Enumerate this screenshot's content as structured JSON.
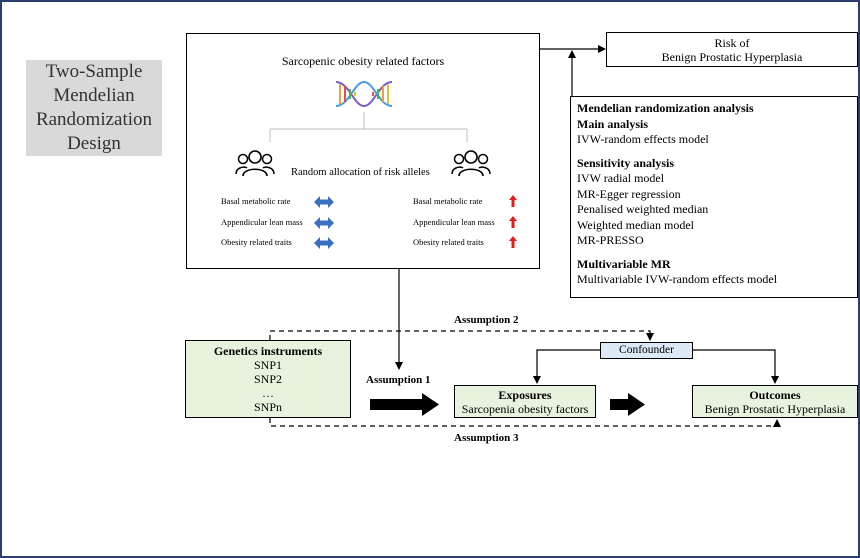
{
  "title": {
    "lines": [
      "Two-Sample",
      "Mendelian",
      "Randomization",
      "Design"
    ]
  },
  "factors_box": {
    "title": "Sarcopenic obesity related factors",
    "allocation": "Random allocation of risk alleles",
    "left_traits": [
      "Basal metabolic rate",
      "Appendicular lean mass",
      "Obesity related traits"
    ],
    "right_traits": [
      "Basal metabolic rate",
      "Appendicular lean mass",
      "Obesity related traits"
    ]
  },
  "risk_box": {
    "line1": "Risk of",
    "line2": "Benign Prostatic Hyperplasia"
  },
  "mr_box": {
    "heading": "Mendelian randomization analysis",
    "main_heading": "Main analysis",
    "main_items": [
      "IVW-random effects model"
    ],
    "sensitivity_heading": "Sensitivity analysis",
    "sensitivity_items": [
      "IVW radial model",
      "MR-Egger regression",
      "Penalised weighted median",
      "Weighted median model",
      "MR-PRESSO"
    ],
    "multivariable_heading": "Multivariable MR",
    "multivariable_items": [
      "Multivariable IVW-random effects model"
    ]
  },
  "genetics": {
    "heading": "Genetics instruments",
    "items": [
      "SNP1",
      "SNP2",
      "…",
      "SNPn"
    ]
  },
  "exposures": {
    "heading": "Exposures",
    "subtitle": "Sarcopenia obesity factors"
  },
  "outcomes": {
    "heading": "Outcomes",
    "subtitle": "Benign Prostatic Hyperplasia"
  },
  "confounder": "Confounder",
  "assumptions": {
    "a1": "Assumption 1",
    "a2": "Assumption 2",
    "a3": "Assumption 3"
  },
  "colors": {
    "frame": "#2b3e6e",
    "title_bg": "#d9d9d9",
    "green_box": "#e8f3df",
    "confounder_box": "#dde9f7",
    "blue_arrow": "#3b6fc2",
    "red_arrow": "#e41e1e"
  },
  "icons": [
    "dna-icon",
    "people-group-icon",
    "double-arrow-icon",
    "up-arrow-icon"
  ]
}
